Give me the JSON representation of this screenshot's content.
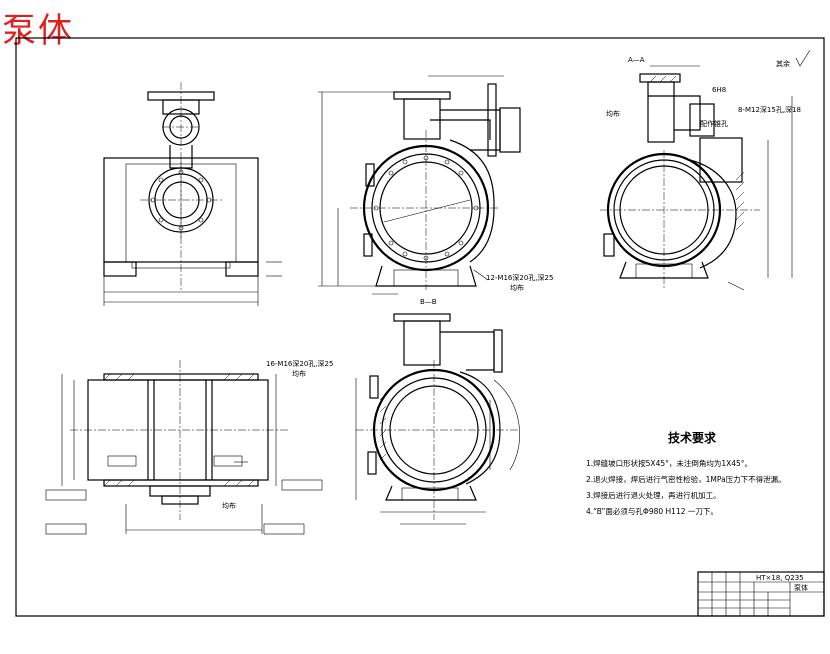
{
  "drawing": {
    "title": "泵体",
    "view_labels": {
      "section_aa": "A—A",
      "section_bb": "B—B"
    },
    "roughness_note": "其余",
    "annotations": {
      "holes_side": "12-M16深20孔,深25",
      "holes_side_sub": "均布",
      "holes_aa": "8-M12深15孔,深18",
      "holes_bottom": "16-M16深20孔,深25",
      "holes_bottom_sub": "均布",
      "aa_left": "均布",
      "aa_top": "6H8",
      "aa_mid": "配作锥孔",
      "bottom_label": "均布"
    },
    "tech_req": {
      "title": "技术要求",
      "items": [
        "1.焊缝坡口形状按5X45°，未注倒角均为1X45°。",
        "2.退火焊接，焊后进行气密性检验，1MPa压力下不得泄漏。",
        "3.焊接后进行退火处理，再进行机加工。",
        "4.“B”面必须与孔Φ980  H112   一刀下。"
      ]
    },
    "title_block": {
      "material": "HT×18, Q235",
      "name": "泵体"
    }
  }
}
